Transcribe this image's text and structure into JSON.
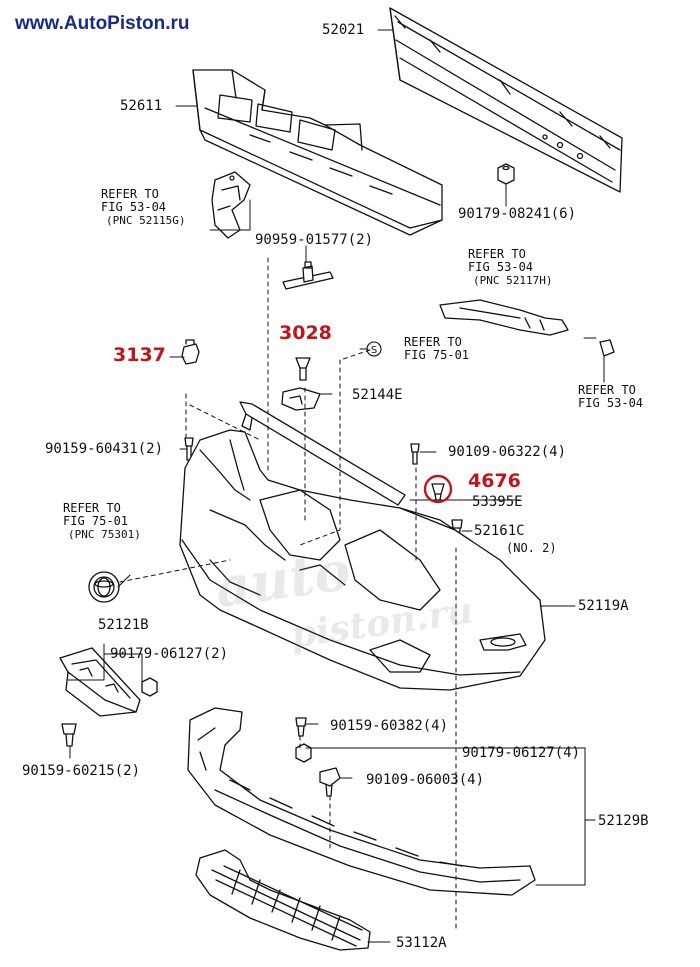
{
  "site_url": "www.AutoPiston.ru",
  "watermark": {
    "line1": "auto",
    "line2": "piston.ru"
  },
  "parts": {
    "p52021": "52021",
    "p52611": "52611",
    "p90179_08241": "90179-08241(6)",
    "p90959_01577": "90959-01577(2)",
    "p52144E": "52144E",
    "p90159_60431": "90159-60431(2)",
    "p90109_06322": "90109-06322(4)",
    "p53395E": "53395E",
    "p52161C": "52161C",
    "p52161C_note": "(NO. 2)",
    "p52119A": "52119A",
    "p52121B": "52121B",
    "p90179_06127a": "90179-06127(2)",
    "p90159_60215": "90159-60215(2)",
    "p90159_60382": "90159-60382(4)",
    "p90179_06127b": "90179-06127(4)",
    "p90109_06003": "90109-06003(4)",
    "p52129B": "52129B",
    "p53112A": "53112A"
  },
  "refs": {
    "r1": {
      "l1": "REFER TO",
      "l2": "FIG 53-04",
      "l3": "(PNC 52115G)"
    },
    "r2": {
      "l1": "REFER TO",
      "l2": "FIG 53-04",
      "l3": "(PNC 52117H)"
    },
    "r3": {
      "l1": "REFER TO",
      "l2": "FIG 75-01"
    },
    "r4": {
      "l1": "REFER TO",
      "l2": "FIG 53-04"
    },
    "r5": {
      "l1": "REFER TO",
      "l2": "FIG 75-01",
      "l3": "(PNC 75301)"
    }
  },
  "highlights": {
    "h3137": "3137",
    "h3028": "3028",
    "h4676": "4676"
  },
  "refer_symbol": "S",
  "colors": {
    "highlight": "#c0151b",
    "site_link": "#1a2a88",
    "line": "#111111"
  }
}
